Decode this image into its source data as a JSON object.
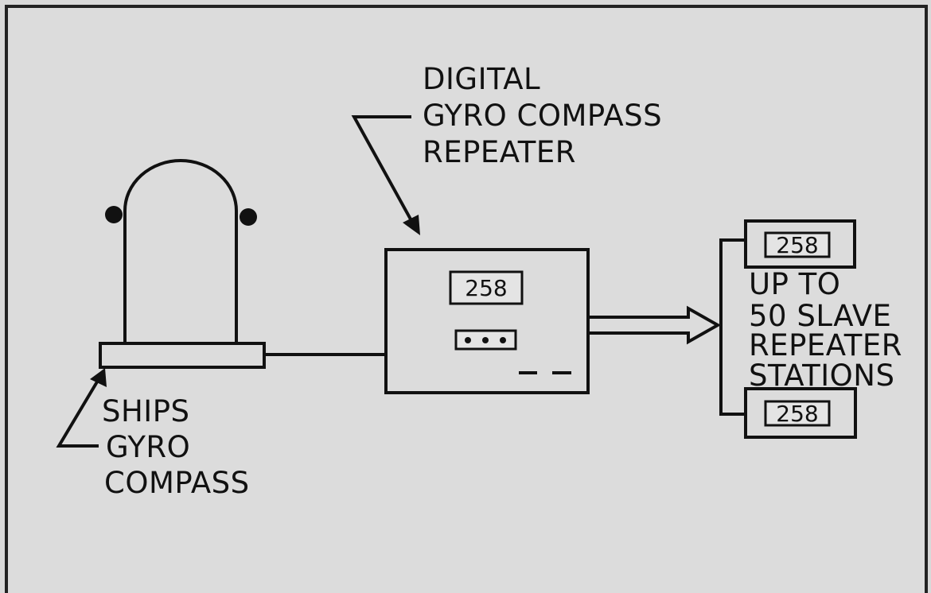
{
  "labels": {
    "repeater": [
      "DIGITAL",
      "GYRO COMPASS",
      "REPEATER"
    ],
    "gyro": [
      "SHIPS",
      "GYRO",
      "COMPASS"
    ],
    "slaves": [
      "UP TO",
      "50 SLAVE",
      "REPEATER",
      "STATIONS"
    ]
  },
  "displays": {
    "main": "258",
    "slave_top": "258",
    "slave_bottom": "258"
  },
  "icons": {
    "indicator_lights": "three-dot-lights",
    "control_marks": "dash-indicators"
  }
}
